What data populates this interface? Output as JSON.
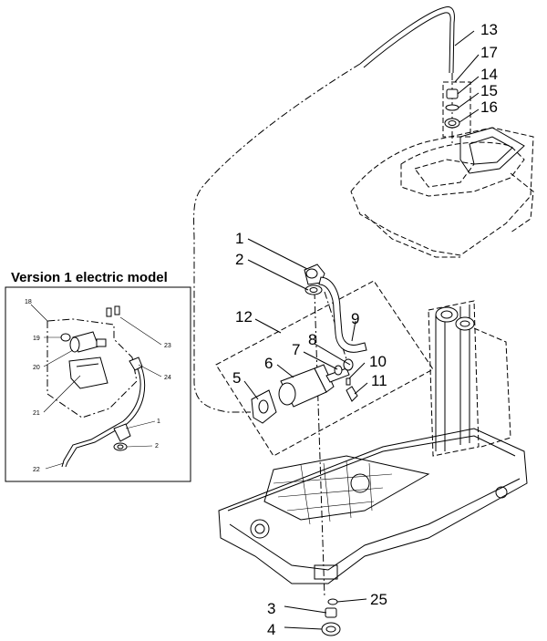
{
  "inset": {
    "title": "Version 1 electric model",
    "labels": [
      "18",
      "19",
      "20",
      "21",
      "22",
      "23",
      "24",
      "1",
      "2"
    ]
  },
  "callouts": [
    "1",
    "2",
    "3",
    "4",
    "5",
    "6",
    "7",
    "8",
    "9",
    "10",
    "11",
    "12",
    "13",
    "14",
    "15",
    "16",
    "17",
    "25"
  ]
}
